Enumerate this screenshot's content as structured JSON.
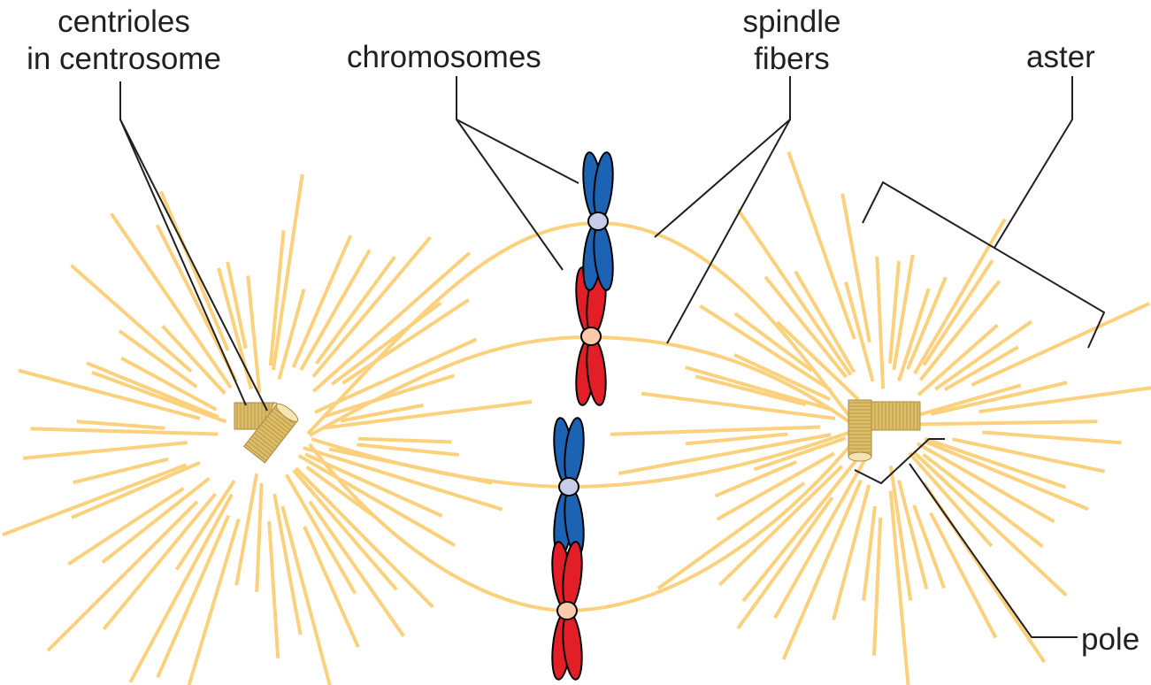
{
  "labels": {
    "centrioles_line1": "centrioles",
    "centrioles_line2": "in centrosome",
    "chromosomes": "chromosomes",
    "spindle_line1": "spindle",
    "spindle_line2": "fibers",
    "aster": "aster",
    "pole": "pole"
  },
  "colors": {
    "fiber": "#fcd17d",
    "leader_line": "#231f20",
    "chromosome_blue": "#1d63b4",
    "chromosome_red": "#e21f26",
    "centromere_blue": "#c5cde8",
    "centromere_red": "#fbcaa8",
    "centriole": "#dcbd68",
    "centriole_end": "#f6e4b2"
  }
}
